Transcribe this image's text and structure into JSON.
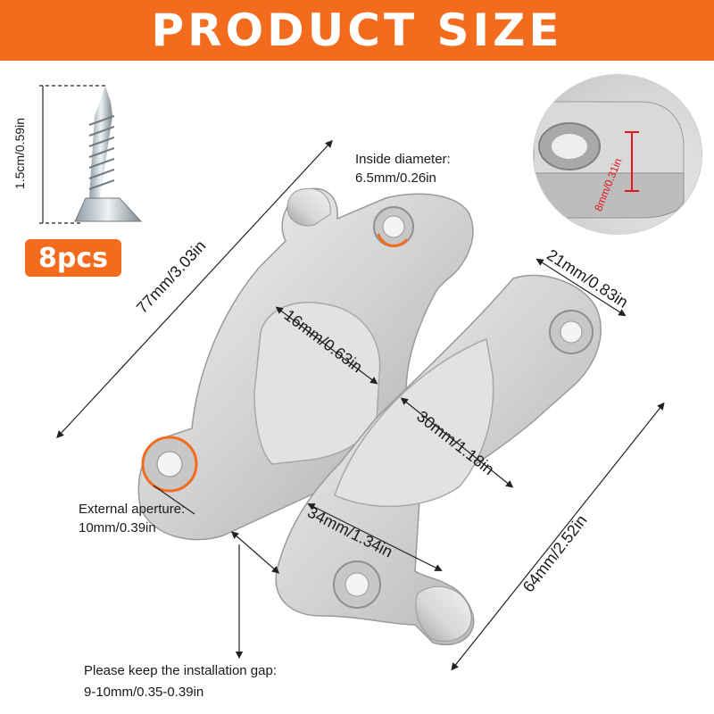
{
  "banner": {
    "title": "PRODUCT SIZE"
  },
  "badge": {
    "label": "8pcs"
  },
  "screw": {
    "height_label": "1.5cm/0.59in"
  },
  "inside_diameter": {
    "line1": "Inside diameter:",
    "line2": "6.5mm/0.26in"
  },
  "zoom_detail": {
    "thickness_label": "8mm/0.31in"
  },
  "dimensions": {
    "length_left": "77mm/3.03in",
    "width_right": "21mm/0.83in",
    "arc_left": "16mm/0.63in",
    "arc_right_inner": "30mm/1.18in",
    "arc_right_outer": "34mm/1.34in",
    "length_right": "64mm/2.52in"
  },
  "external_aperture": {
    "line1": "External aperture:",
    "line2": "10mm/0.39in"
  },
  "install_gap": {
    "line1": "Please keep the installation gap:",
    "line2": "9-10mm/0.35-0.39in"
  },
  "colors": {
    "accent": "#f36b1c",
    "zoom_mark": "#e0161b",
    "hole_ring": "#f36b1c"
  }
}
